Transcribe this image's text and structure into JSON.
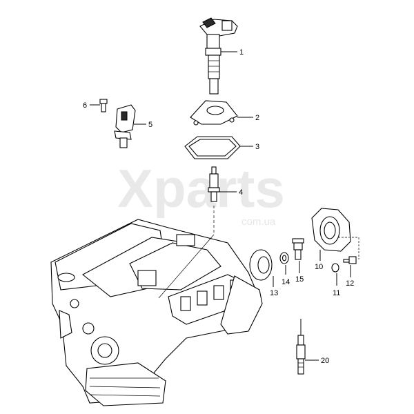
{
  "watermark": {
    "brand": "Xparts",
    "domain": "com.ua"
  },
  "callouts": [
    {
      "id": "1",
      "text": "1"
    },
    {
      "id": "2",
      "text": "2"
    },
    {
      "id": "3",
      "text": "3"
    },
    {
      "id": "4",
      "text": "4"
    },
    {
      "id": "5",
      "text": "5"
    },
    {
      "id": "6",
      "text": "6"
    },
    {
      "id": "10",
      "text": "10"
    },
    {
      "id": "11",
      "text": "11"
    },
    {
      "id": "12",
      "text": "12"
    },
    {
      "id": "13",
      "text": "13"
    },
    {
      "id": "14",
      "text": "14"
    },
    {
      "id": "15",
      "text": "15"
    },
    {
      "id": "20",
      "text": "20"
    }
  ]
}
